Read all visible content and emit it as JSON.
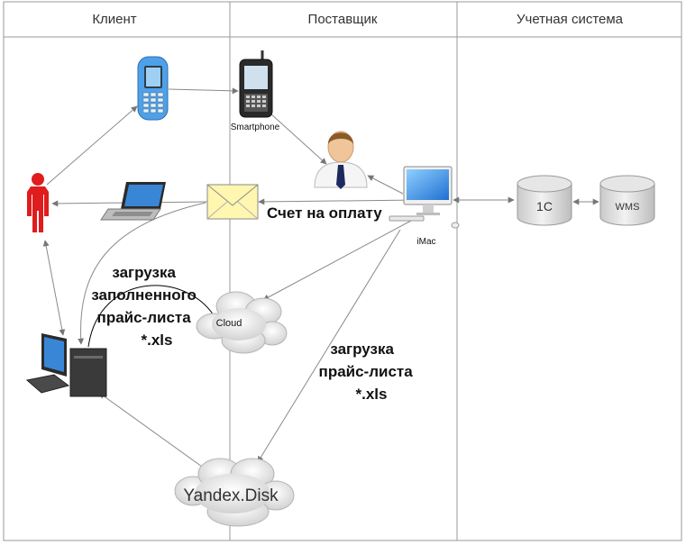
{
  "lanes": {
    "client": "Клиент",
    "supplier": "Поставщик",
    "accounting": "Учетная система"
  },
  "nodes": {
    "smartphone": "Smartphone",
    "imac": "iMac",
    "cloud": "Cloud",
    "disk": "Yandex.Disk",
    "db_1c": "1C",
    "db_wms": "WMS"
  },
  "labels": {
    "invoice": "Счет на оплату",
    "upload_filled": [
      "загрузка",
      "заполненного",
      "прайс-листа",
      "*.xls"
    ],
    "upload_price": [
      "загрузка",
      "прайс-листа",
      "*.xls"
    ]
  },
  "colors": {
    "grid": "#9a9a9a",
    "arrow": "#8a8a8a",
    "person": "#e01c1c",
    "envelope": "#fff6b0"
  }
}
